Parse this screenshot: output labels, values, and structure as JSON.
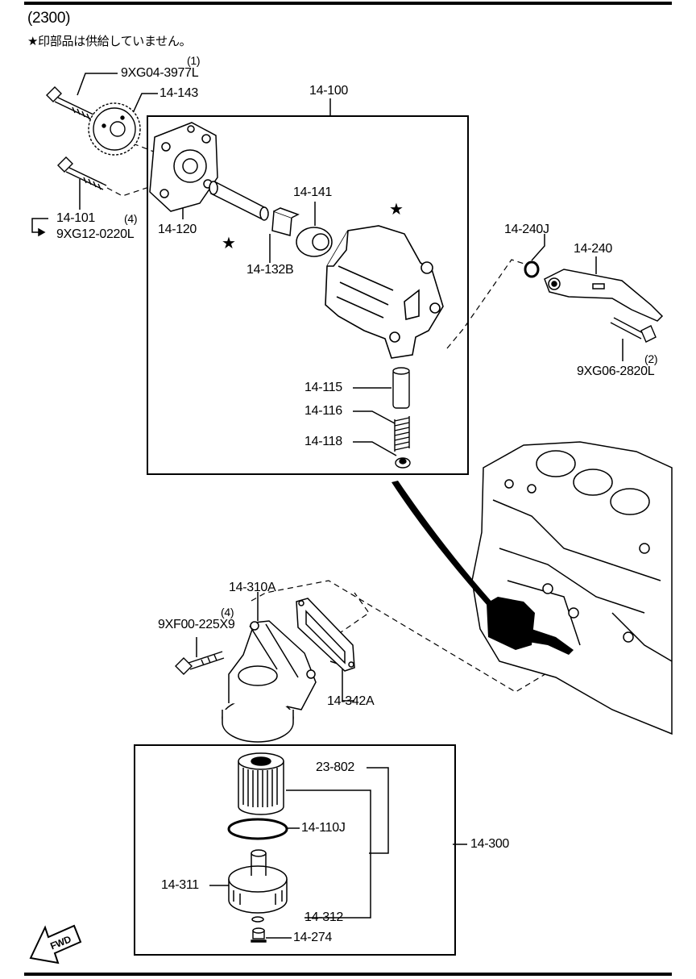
{
  "header": {
    "group_code": "(2300)",
    "note_star": "★",
    "note_text": "印部品は供給していません。"
  },
  "fwd_label": "FWD",
  "callouts": {
    "bolt_9xg04": "9XG04-3977L",
    "qty_9xg04": "(1)",
    "p14_143": "14-143",
    "p14_100": "14-100",
    "p14_141": "14-141",
    "p14_120": "14-120",
    "p14_101": "14-101",
    "qty_9xg12": "(4)",
    "bolt_9xg12": "9XG12-0220L",
    "p14_132b": "14-132B",
    "p14_115": "14-115",
    "p14_116": "14-116",
    "p14_118": "14-118",
    "p14_240j": "14-240J",
    "p14_240": "14-240",
    "qty_9xg06": "(2)",
    "bolt_9xg06": "9XG06-2820L",
    "p14_310a": "14-310A",
    "qty_9xf00": "(4)",
    "bolt_9xf00": "9XF00-225X9",
    "p14_342a": "14-342A",
    "p23_802": "23-802",
    "p14_110j": "14-110J",
    "p14_300": "14-300",
    "p14_311": "14-311",
    "p14_312": "14-312",
    "p14_274": "14-274"
  }
}
